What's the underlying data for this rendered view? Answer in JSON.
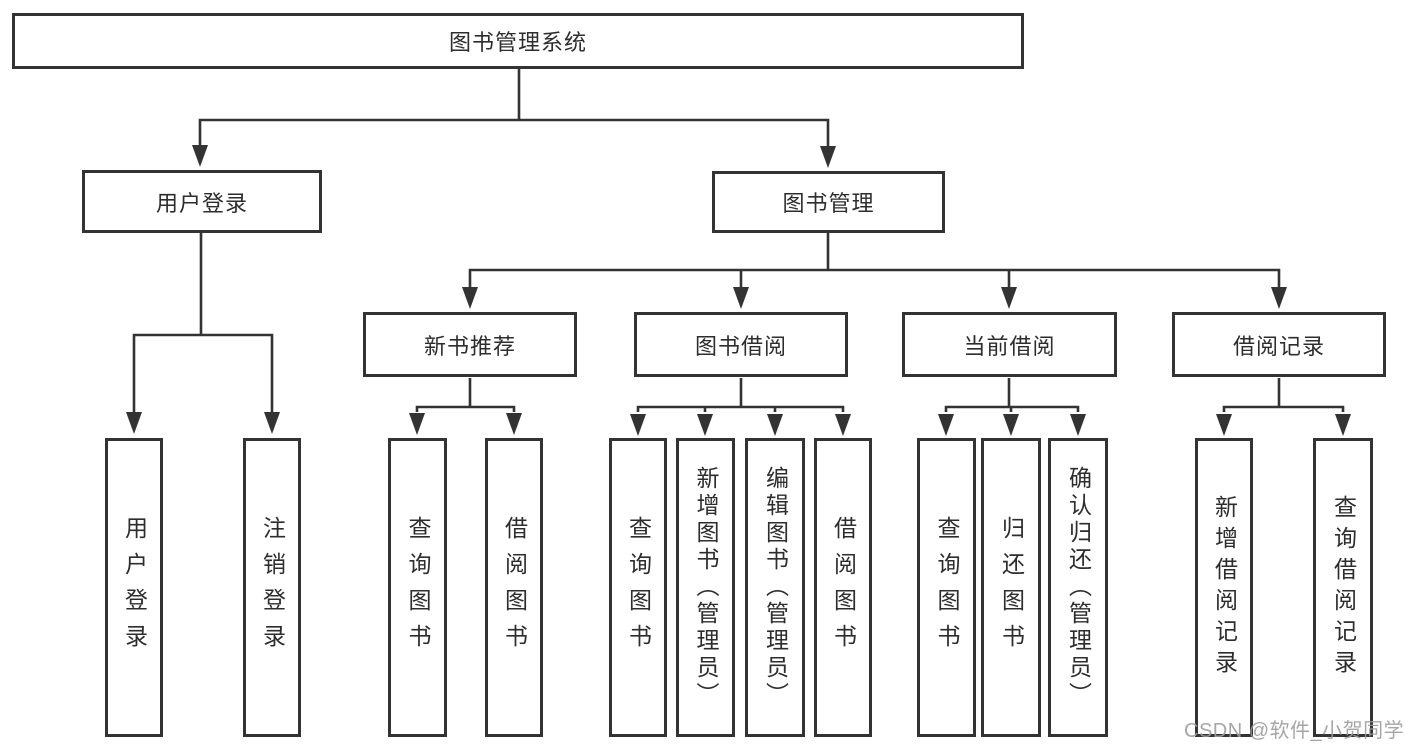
{
  "diagram_title": "图书管理系统",
  "nodes": {
    "root": "图书管理系统",
    "user_login": "用户登录",
    "book_management": "图书管理",
    "new_book_recommend": "新书推荐",
    "book_borrow": "图书借阅",
    "current_borrow": "当前借阅",
    "borrow_record": "借阅记录",
    "leaf_user_login": "用户登录",
    "leaf_logout": "注销登录",
    "leaf_recommend_query_book": "查询图书",
    "leaf_recommend_borrow_book": "借阅图书",
    "leaf_borrow_query_book": "查询图书",
    "leaf_borrow_add_book": "新增图书（管理员）",
    "leaf_borrow_edit_book": "编辑图书（管理员）",
    "leaf_borrow_borrow_book": "借阅图书",
    "leaf_current_query_book": "查询图书",
    "leaf_current_return_book": "归还图书",
    "leaf_current_confirm_return": "确认归还（管理员）",
    "leaf_record_add": "新增借阅记录",
    "leaf_record_query": "查询借阅记录"
  },
  "watermark": "CSDN @软件_小贺同学",
  "colors": {
    "line": "#333333",
    "text": "#2d2d2d",
    "watermark": "#9d9d9d",
    "background": "#ffffff"
  }
}
